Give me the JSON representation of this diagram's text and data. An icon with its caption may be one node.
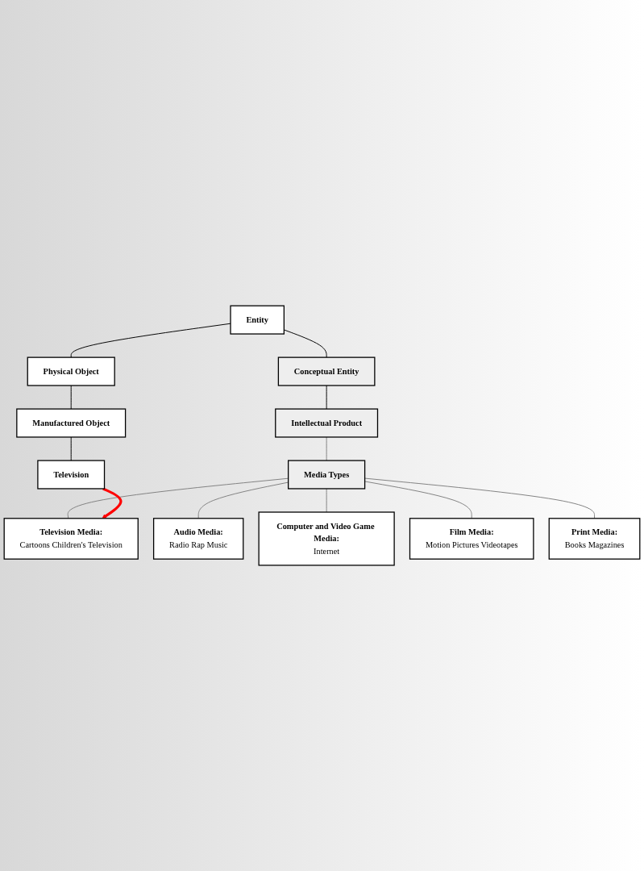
{
  "diagram": {
    "nodes": [
      {
        "text": [
          "Entity"
        ]
      },
      {
        "text": [
          "Physical Object"
        ]
      },
      {
        "text": [
          "Conceptual Entity"
        ]
      },
      {
        "text": [
          "Manufactured Object"
        ]
      },
      {
        "text": [
          "Intellectual Product"
        ]
      },
      {
        "text": [
          "Television"
        ]
      },
      {
        "text": [
          "Media Types"
        ]
      },
      {
        "text": [
          "Audio Media:",
          "Radio Rap Music"
        ]
      },
      {
        "text": [
          "Computer and Video Game Media:",
          "Internet"
        ]
      },
      {
        "text": [
          "Film Media:",
          "Motion Pictures Videotapes"
        ]
      },
      {
        "text": [
          "Print Media:",
          "Books Magazines"
        ]
      },
      {
        "text": [
          "Television Media:",
          "Cartoons Children's Television"
        ]
      }
    ],
    "edges": [
      {
        "from": 0,
        "to": 1,
        "arrow": "none",
        "color": "#000000"
      },
      {
        "from": 0,
        "to": 2,
        "arrow": "none",
        "color": "#000000"
      },
      {
        "from": 1,
        "to": 3,
        "arrow": "none",
        "color": "#000000"
      },
      {
        "from": 2,
        "to": 4,
        "arrow": "none",
        "color": "#000000"
      },
      {
        "from": 3,
        "to": 5,
        "arrow": "none",
        "color": "#000000"
      },
      {
        "from": 4,
        "to": 6,
        "arrow": "none"
      },
      {
        "from": 6,
        "to": 7,
        "arrow": "none"
      },
      {
        "from": 6,
        "to": 8,
        "arrow": "none"
      },
      {
        "from": 6,
        "to": 9,
        "arrow": "none"
      },
      {
        "from": 6,
        "to": 10,
        "arrow": "none"
      },
      {
        "from": 6,
        "to": 11,
        "arrow": "none"
      },
      {
        "from": 5,
        "to": 11,
        "arrow": "to",
        "style": "thick",
        "color": "#ff0000"
      }
    ]
  }
}
